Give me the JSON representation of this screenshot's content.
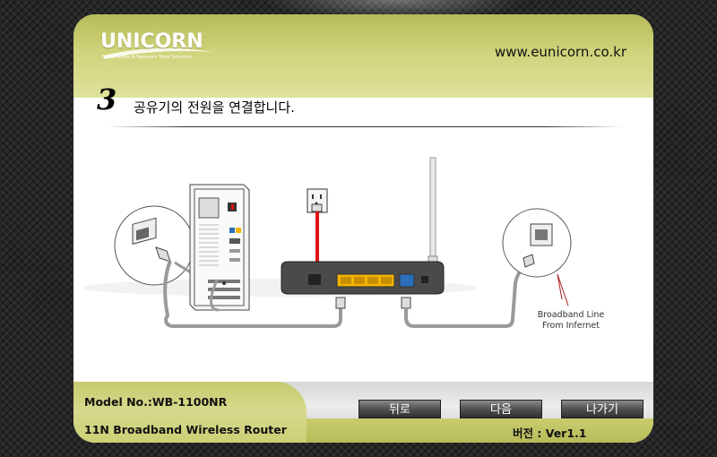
{
  "header": {
    "logo_text": "UNICORN",
    "logo_tagline": "Multimedia & Network Total Solution",
    "url": "www.eunicorn.co.kr"
  },
  "step": {
    "number": "3",
    "instruction": "공유기의 전원을 연결합니다."
  },
  "diagram": {
    "broadband_label_line1": "Broadband Line",
    "broadband_label_line2": "From Infernet",
    "cable_colors": {
      "power": "#e01010",
      "ethernet": "#9a9a9a",
      "router_body": "#4a4a4a",
      "lan_ports": "#f0b400",
      "wan_port": "#2a6fb8"
    }
  },
  "footer": {
    "model_label": "Model No.:",
    "model_value": "WB-1100NR",
    "product_name": "11N Broadband Wireless Router",
    "version_text": "버전 : Ver1.1",
    "buttons": {
      "back": "뒤로",
      "next": "다음",
      "exit": "나가기"
    }
  }
}
